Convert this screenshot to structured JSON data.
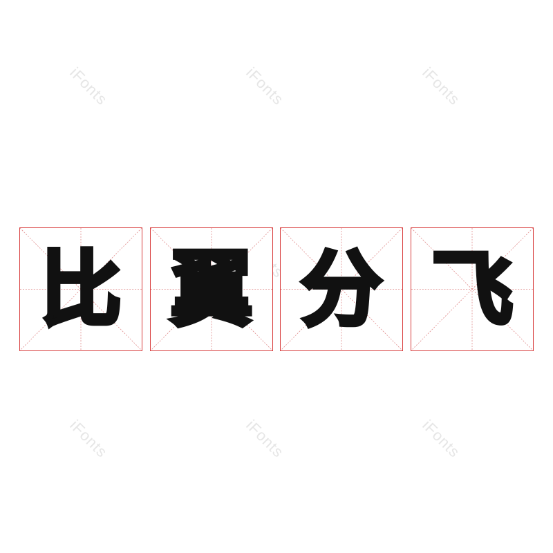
{
  "watermark_text": "iFonts",
  "characters": [
    "比",
    "翼",
    "分",
    "飞"
  ],
  "colors": {
    "grid_border": "#d83a3a",
    "guide_line": "#e08a8a",
    "glyph": "#111111",
    "watermark": "#e6e6e6"
  }
}
